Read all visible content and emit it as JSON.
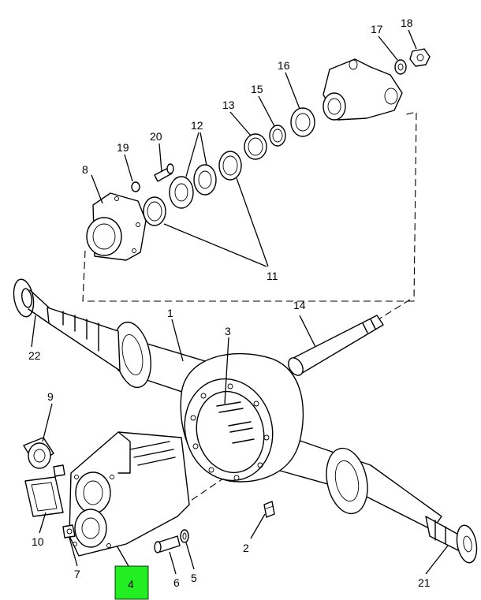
{
  "diagram": {
    "highlight_color": "#22ee22",
    "selected_part": "4",
    "callouts": {
      "c1": "1",
      "c2": "2",
      "c3": "3",
      "c4": "4",
      "c5": "5",
      "c6": "6",
      "c7": "7",
      "c8": "8",
      "c9": "9",
      "c10": "10",
      "c11": "11",
      "c12": "12",
      "c13": "13",
      "c14": "14",
      "c15": "15",
      "c16": "16",
      "c17": "17",
      "c18": "18",
      "c19": "19",
      "c20": "20",
      "c21": "21",
      "c22": "22"
    }
  }
}
